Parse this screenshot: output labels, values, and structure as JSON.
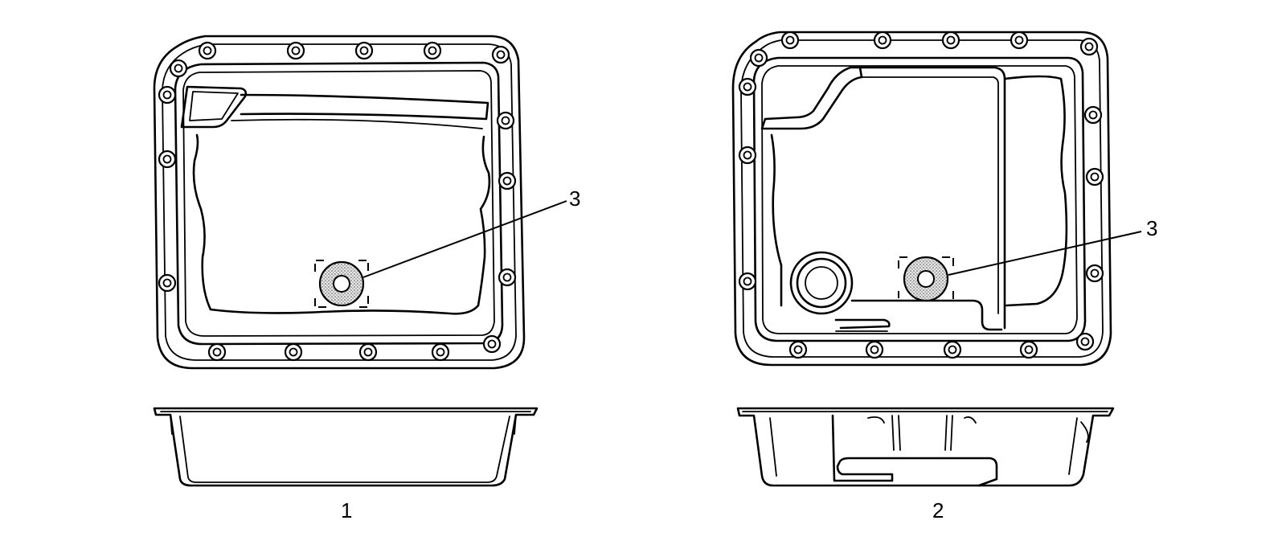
{
  "callouts": {
    "pan1_label": "1",
    "pan2_label": "2",
    "magnet_label_pan1": "3",
    "magnet_label_pan2": "3"
  }
}
